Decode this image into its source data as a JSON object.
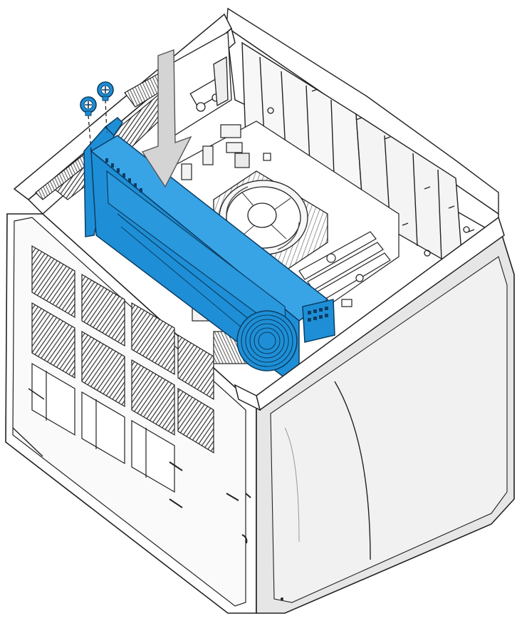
{
  "figure": {
    "subject": "gpu-installation-into-pc-case",
    "colors": {
      "accent_card": "#1e8fd6",
      "accent_card_dark": "#0f6aa8",
      "screw": "#1e8fd6",
      "arrow_fill": "#d4d4d4",
      "line": "#222222",
      "case_panel": "#e6e6e6",
      "case_inner": "#ffffff",
      "vent_hatch": "#333333"
    },
    "icons": [
      "screw-icon",
      "screw-icon",
      "down-arrow-icon"
    ],
    "instruction_arrow": "down",
    "screws_shown": 2
  }
}
